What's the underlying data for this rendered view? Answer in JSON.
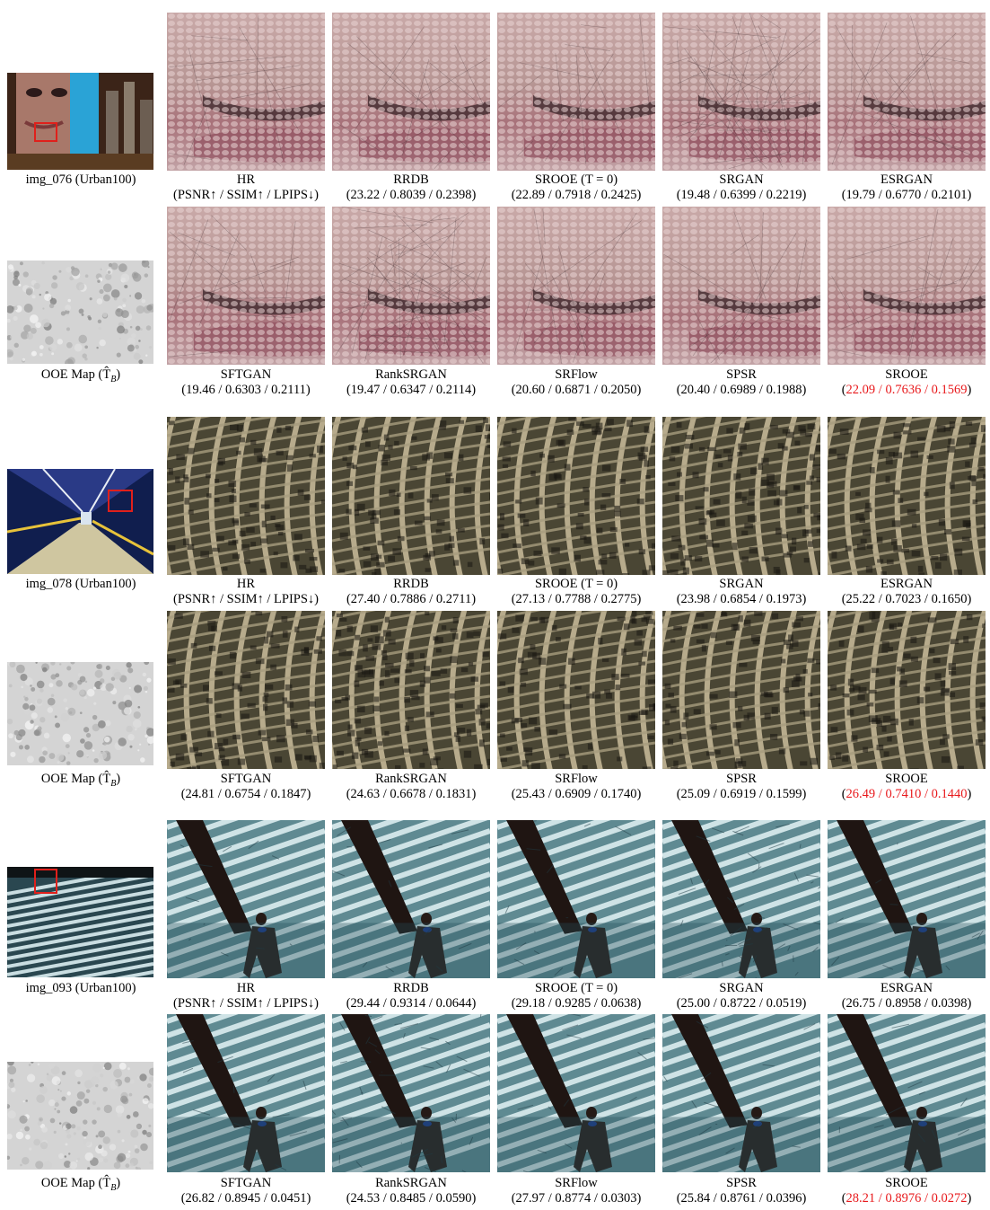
{
  "colors": {
    "best": "#e8191c",
    "marker": "#e0201b"
  },
  "metric_header": "(PSNR↑ / SSIM↑ / LPIPS↓)",
  "groups": [
    {
      "image_label": "img_076 (Urban100)",
      "map_label": "OOE Map (T̂",
      "map_sub": "B",
      "top_row": [
        {
          "method": "HR",
          "metrics": "(PSNR↑ / SSIM↑ / LPIPS↓)"
        },
        {
          "method": "RRDB",
          "metrics": "(23.22 / 0.8039 / 0.2398)"
        },
        {
          "method": "SROOE (T = 0)",
          "metrics": "(22.89 / 0.7918 / 0.2425)"
        },
        {
          "method": "SRGAN",
          "metrics": "(19.48 / 0.6399 / 0.2219)"
        },
        {
          "method": "ESRGAN",
          "metrics": "(19.79 / 0.6770 / 0.2101)"
        }
      ],
      "bottom_row": [
        {
          "method": "SFTGAN",
          "metrics": "(19.46 / 0.6303 / 0.2111)"
        },
        {
          "method": "RankSRGAN",
          "metrics": "(19.47 / 0.6347 / 0.2114)"
        },
        {
          "method": "SRFlow",
          "metrics": "(20.60 / 0.6871 / 0.2050)"
        },
        {
          "method": "SPSR",
          "metrics": "(20.40 / 0.6989 / 0.1988)"
        },
        {
          "method": "SROOE",
          "metrics_red": [
            "22.09",
            "0.7636",
            "0.1569"
          ]
        }
      ]
    },
    {
      "image_label": "img_078 (Urban100)",
      "map_label": "OOE Map (T̂",
      "map_sub": "B",
      "top_row": [
        {
          "method": "HR",
          "metrics": "(PSNR↑ / SSIM↑ / LPIPS↓)"
        },
        {
          "method": "RRDB",
          "metrics": "(27.40 / 0.7886 / 0.2711)"
        },
        {
          "method": "SROOE (T = 0)",
          "metrics": "(27.13 / 0.7788 / 0.2775)"
        },
        {
          "method": "SRGAN",
          "metrics": "(23.98 / 0.6854 / 0.1973)"
        },
        {
          "method": "ESRGAN",
          "metrics": "(25.22 / 0.7023 / 0.1650)"
        }
      ],
      "bottom_row": [
        {
          "method": "SFTGAN",
          "metrics": "(24.81 / 0.6754 / 0.1847)"
        },
        {
          "method": "RankSRGAN",
          "metrics": "(24.63 / 0.6678 / 0.1831)"
        },
        {
          "method": "SRFlow",
          "metrics": "(25.43 / 0.6909 / 0.1740)"
        },
        {
          "method": "SPSR",
          "metrics": "(25.09 / 0.6919 / 0.1599)"
        },
        {
          "method": "SROOE",
          "metrics_red": [
            "26.49",
            "0.7410",
            "0.1440"
          ]
        }
      ]
    },
    {
      "image_label": "img_093 (Urban100)",
      "map_label": "OOE Map (T̂",
      "map_sub": "B",
      "top_row": [
        {
          "method": "HR",
          "metrics": "(PSNR↑ / SSIM↑ / LPIPS↓)"
        },
        {
          "method": "RRDB",
          "metrics": "(29.44 / 0.9314 / 0.0644)"
        },
        {
          "method": "SROOE (T = 0)",
          "metrics": "(29.18 / 0.9285 / 0.0638)"
        },
        {
          "method": "SRGAN",
          "metrics": "(25.00 / 0.8722 / 0.0519)"
        },
        {
          "method": "ESRGAN",
          "metrics": "(26.75 / 0.8958 / 0.0398)"
        }
      ],
      "bottom_row": [
        {
          "method": "SFTGAN",
          "metrics": "(26.82 / 0.8945 / 0.0451)"
        },
        {
          "method": "RankSRGAN",
          "metrics": "(24.53 / 0.8485 / 0.0590)"
        },
        {
          "method": "SRFlow",
          "metrics": "(27.97 / 0.8774 / 0.0303)"
        },
        {
          "method": "SPSR",
          "metrics": "(25.84 / 0.8761 / 0.0396)"
        },
        {
          "method": "SROOE",
          "metrics_red": [
            "28.21",
            "0.8976",
            "0.0272"
          ]
        }
      ]
    }
  ]
}
